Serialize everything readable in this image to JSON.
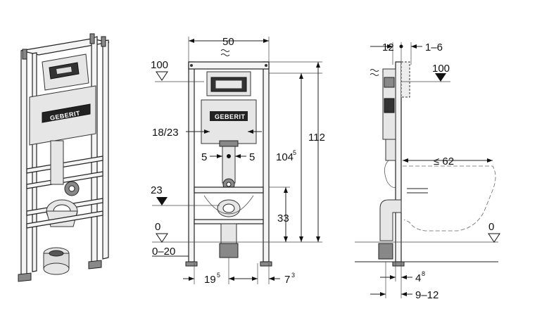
{
  "logo": {
    "brand_text": "GEBERIT"
  },
  "front_view": {
    "width_dim": "50",
    "total_height_dim": "112",
    "height_104_main": "104",
    "height_104_sup": "5",
    "left_ref_100": "100",
    "dim_18_23": "18/23",
    "dim_5_left": "5",
    "dim_5_right": "5",
    "left_ref_23": "23",
    "height_33": "33",
    "floor_ref_0": "0",
    "floor_range": "0–20",
    "bottom_19_main": "19",
    "bottom_19_sup": "5",
    "bottom_7_main": "7",
    "bottom_7_sup": "3"
  },
  "side_view": {
    "dim_12": "12",
    "dim_1_6": "1–6",
    "ref_100": "100",
    "dim_62": "≤ 62",
    "ref_0": "0",
    "dim_4_main": "4",
    "dim_4_sup": "8",
    "dim_9_12": "9–12"
  }
}
